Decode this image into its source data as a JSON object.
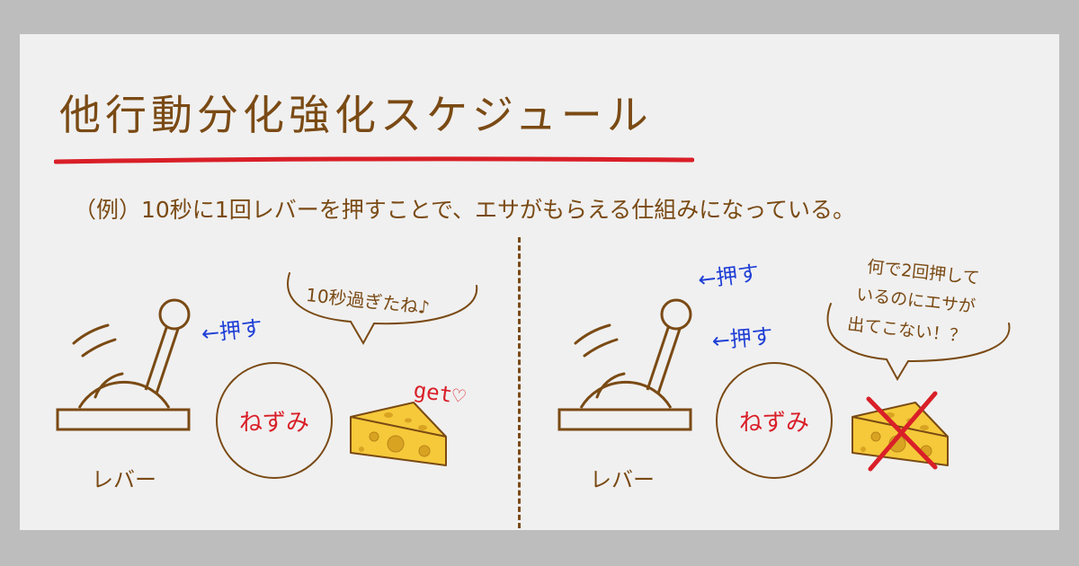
{
  "title": "他行動分化強化スケジュール",
  "example": "（例）10秒に1回レバーを押すことで、エサがもらえる仕組みになっている。",
  "left_panel": {
    "speech": "10秒過ぎたね♪",
    "push": "←押す",
    "mouse": "ねずみ",
    "get": "get♡",
    "lever_label": "レバー"
  },
  "right_panel": {
    "push_1": "←押す",
    "push_2": "←押す",
    "speech_line_1": "何で2回押して",
    "speech_line_2": "いるのにエサが",
    "speech_line_3": "出てこない！？",
    "mouse": "ねずみ",
    "lever_label": "レバー"
  },
  "colors": {
    "brown": "#7a4a14",
    "red": "#d91f28",
    "blue": "#1f3fd6",
    "cheese": "#f5c93a",
    "background": "#f0f0f0",
    "frame": "#bdbdbd"
  },
  "icons": [
    "lever-icon",
    "cheese-icon",
    "heart-icon",
    "cross-icon"
  ]
}
